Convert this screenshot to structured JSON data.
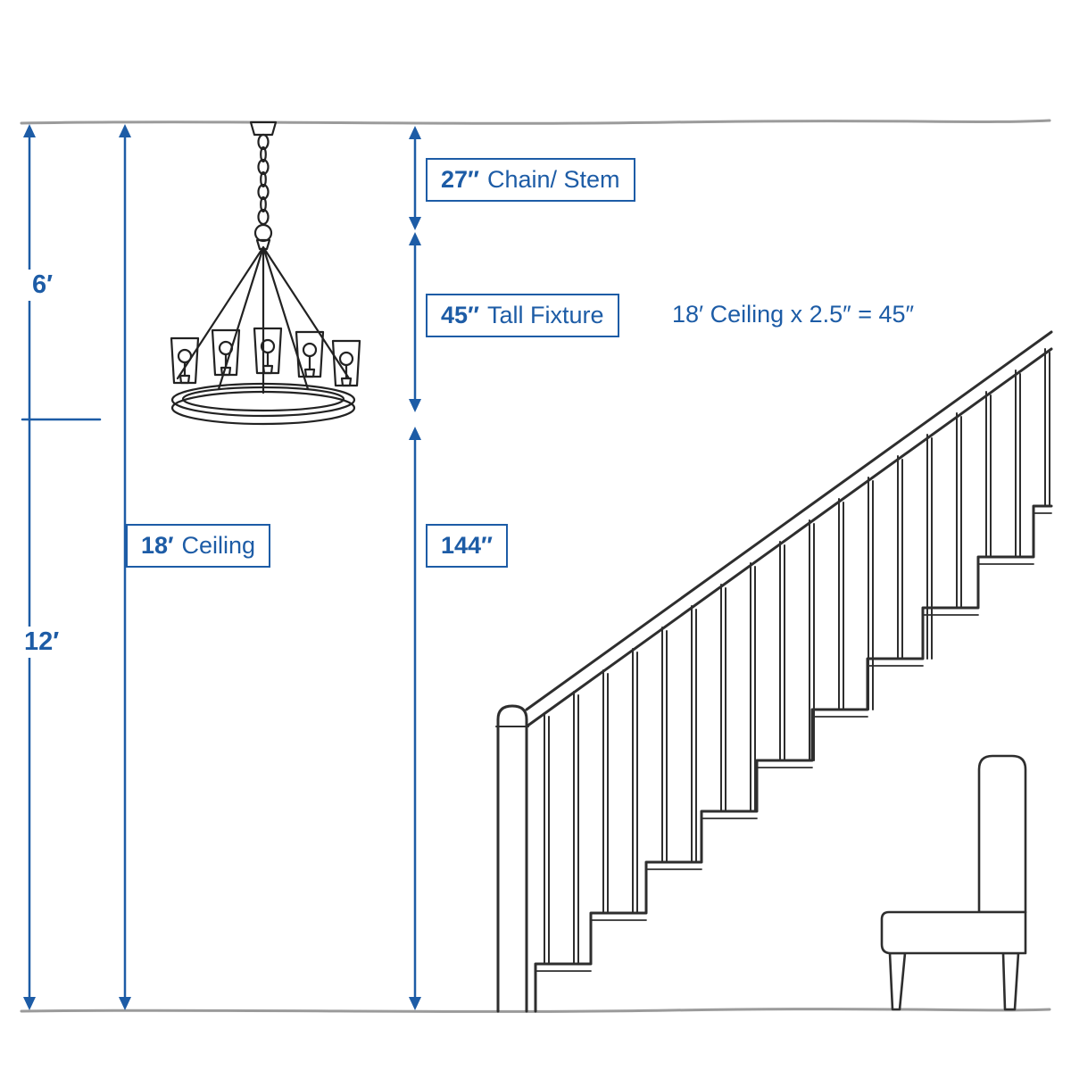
{
  "colors": {
    "accent_blue": "#1d5ca6",
    "sketch_ink": "#2e2e2e",
    "wall_gray": "#9b9b9b"
  },
  "labels": {
    "upper_span": "6′",
    "lower_span": "12′",
    "chain": {
      "value": "27″",
      "text": "Chain/ Stem"
    },
    "fixture": {
      "value": "45″",
      "text": "Tall Fixture"
    },
    "ceiling": {
      "value": "18′",
      "text": "Ceiling"
    },
    "drop": {
      "value": "144″"
    },
    "formula": "18′ Ceiling x 2.5″ = 45″"
  }
}
